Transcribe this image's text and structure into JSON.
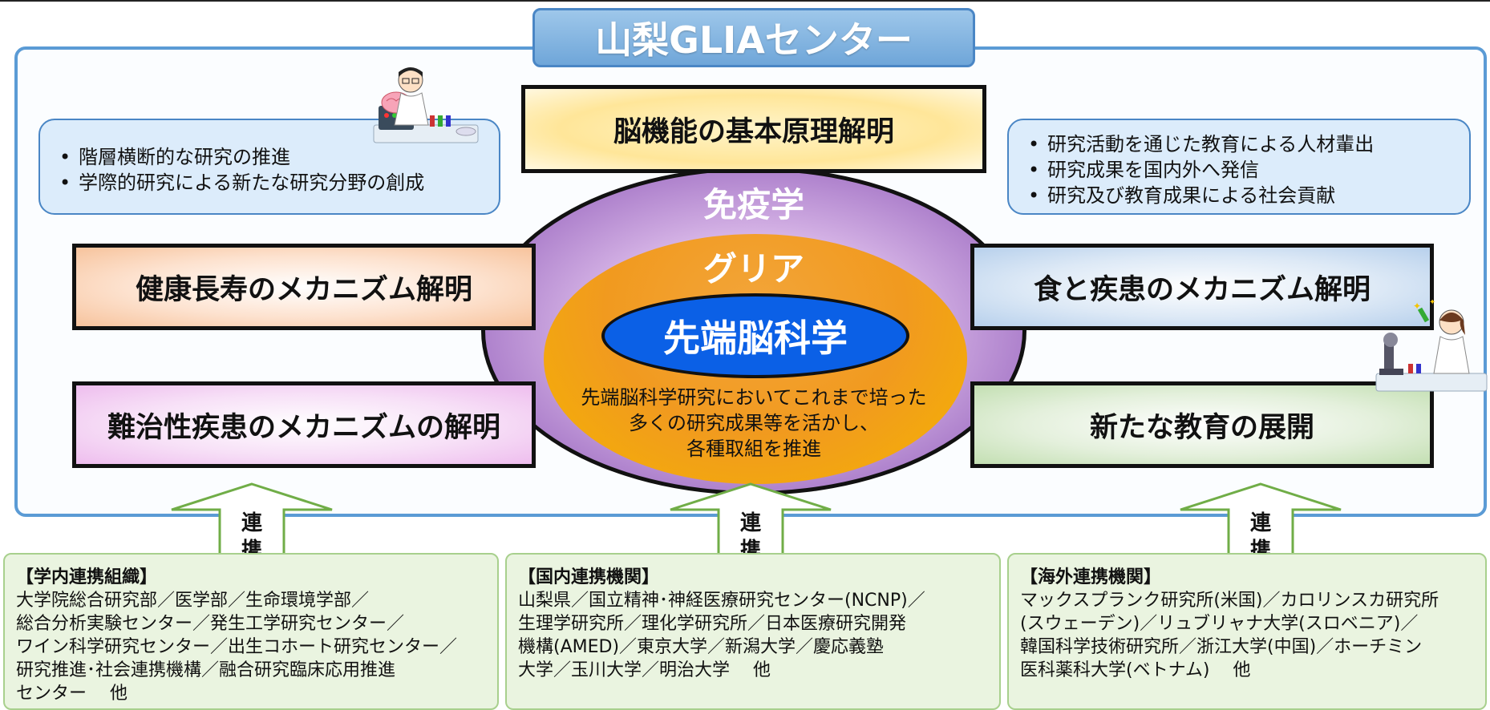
{
  "title": "山梨GLIAセンター",
  "goals_left": [
    "階層横断的な研究の推進",
    "学際的研究による新たな研究分野の創成"
  ],
  "goals_right": [
    "研究活動を通じた教育による人材輩出",
    "研究成果を国内外へ発信",
    "研究及び教育成果による社会貢献"
  ],
  "themes": {
    "top": "脳機能の基本原理解明",
    "left_upper": "健康長寿のメカニズム解明",
    "left_lower": "難治性疾患のメカニズムの解明",
    "right_upper": "食と疾患のメカニズム解明",
    "right_lower": "新たな教育の展開"
  },
  "core": {
    "outer_label": "免疫学",
    "middle_label": "グリア",
    "inner_label": "先端脳科学",
    "description": [
      "先端脳科学研究においてこれまで培った",
      "多くの研究成果等を活かし、",
      "各種取組を推進"
    ]
  },
  "arrow_label": [
    "連",
    "携"
  ],
  "partners": [
    {
      "heading": "【学内連携組織】",
      "lines": [
        "大学院総合研究部／医学部／生命環境学部／",
        "総合分析実験センター／発生工学研究センター／",
        "ワイン科学研究センター／出生コホート研究センター／",
        "研究推進･社会連携機構／融合研究臨床応用推進",
        "センター　 他"
      ]
    },
    {
      "heading": "【国内連携機関】",
      "lines": [
        "山梨県／国立精神･神経医療研究センター(NCNP)／",
        "生理学研究所／理化学研究所／日本医療研究開発",
        "機構(AMED)／東京大学／新潟大学／慶応義塾",
        "大学／玉川大学／明治大学　 他"
      ]
    },
    {
      "heading": "【海外連携機関】",
      "lines": [
        "マックスプランク研究所(米国)／カロリンスカ研究所",
        "(スウェーデン)／リュブリャナ大学(スロベニア)／",
        "韓国科学技術研究所／浙江大学(中国)／ホーチミン",
        "医科薬科大学(ベトナム)　 他"
      ]
    }
  ],
  "colors": {
    "frame_border": "#5b9bd5",
    "title_bg": "#6fa6d9",
    "core_blue": "#0b60e6",
    "glia_orange": "#f19a1f",
    "immune_purple": "#a97bc9",
    "arrow_orange": "#ed7d31",
    "arrow_green": "#70ad47",
    "partner_bg": "#eaf4e0"
  },
  "icons": [
    "scientist-with-brain-illustration",
    "scientist-with-microscope-illustration"
  ]
}
